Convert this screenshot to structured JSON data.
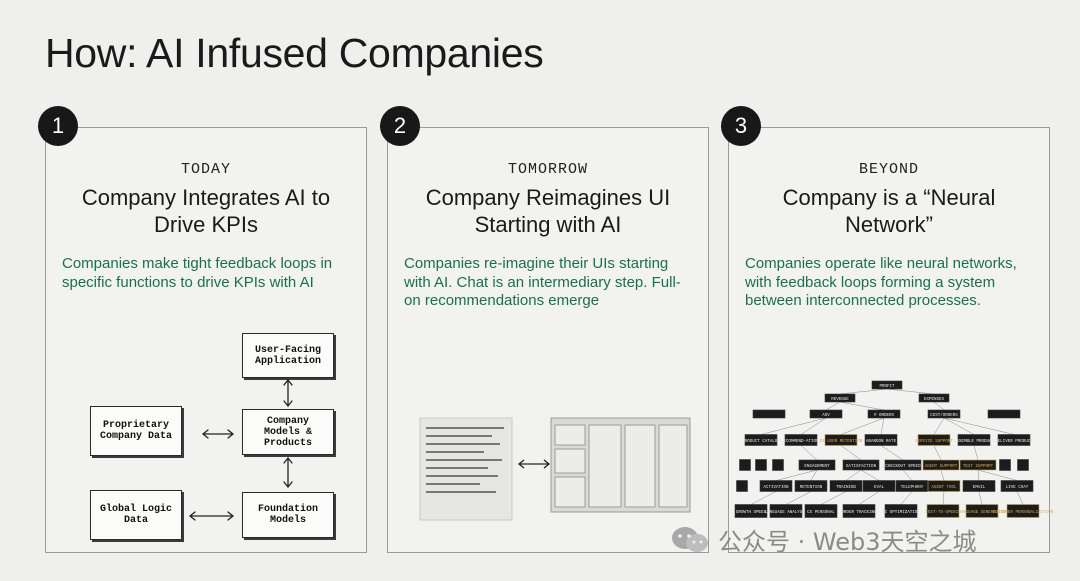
{
  "page": {
    "title": "How: AI Infused Companies"
  },
  "cards": [
    {
      "number": "1",
      "eyebrow": "TODAY",
      "heading": "Company Integrates AI to Drive KPIs",
      "description": "Companies make tight feedback loops in specific functions to drive KPIs with AI",
      "diagram": {
        "user_facing": "User-Facing Application",
        "proprietary": "Proprietary Company Data",
        "company_models": "Company Models & Products",
        "global_logic": "Global Logic Data",
        "foundation": "Foundation Models"
      }
    },
    {
      "number": "2",
      "eyebrow": "TOMORROW",
      "heading": "Company Reimagines UI Starting with AI",
      "description": "Companies re-imagine their UIs starting with AI. Chat is an intermediary step. Full-on recommendations emerge"
    },
    {
      "number": "3",
      "eyebrow": "BEYOND",
      "heading": "Company is a “Neural Network”",
      "description": "Companies operate like neural networks, with feedback loops forming a system between interconnected processes.",
      "network": {
        "top": "PROFIT",
        "l2": [
          "REVENUE",
          "EXPENSES"
        ],
        "l3": [
          "AOV",
          "# ORDERS",
          "COST/ORDERS"
        ],
        "l4": [
          "PRODUCT CATALOG",
          "RECOMMEND-ATIONS",
          "CX USER RETENTION",
          "ABANDON RATE",
          "SERVICE SUPPORT",
          "ASSEMBLE PRODUCT",
          "DELIVER PRODUCT"
        ],
        "l5": [
          "ENGAGEMENT",
          "SATISFACTION",
          "CHECKOUT SPEED",
          "AGENT SUPPORT",
          "TEXT SUPPORT"
        ],
        "l6": [
          "ACTIVATION",
          "RETENTION",
          "TRAINING",
          "EVAL",
          "TELEPHONY",
          "AGENT TOOL",
          "EMAIL",
          "LIVE CHAT"
        ],
        "l7": [
          "GROWTH SPEED",
          "LANGUAGE ANALYSIS",
          "CX PERSONAL",
          "ORDER TRACKING",
          "AI OPTIMIZATION",
          "TEXT-TO-SPEECH",
          "LANGUAGE GENERATION",
          "CUSTOMER PERSONALIZATION"
        ]
      }
    }
  ],
  "watermark": {
    "text": "公众号 · Web3天空之城"
  }
}
